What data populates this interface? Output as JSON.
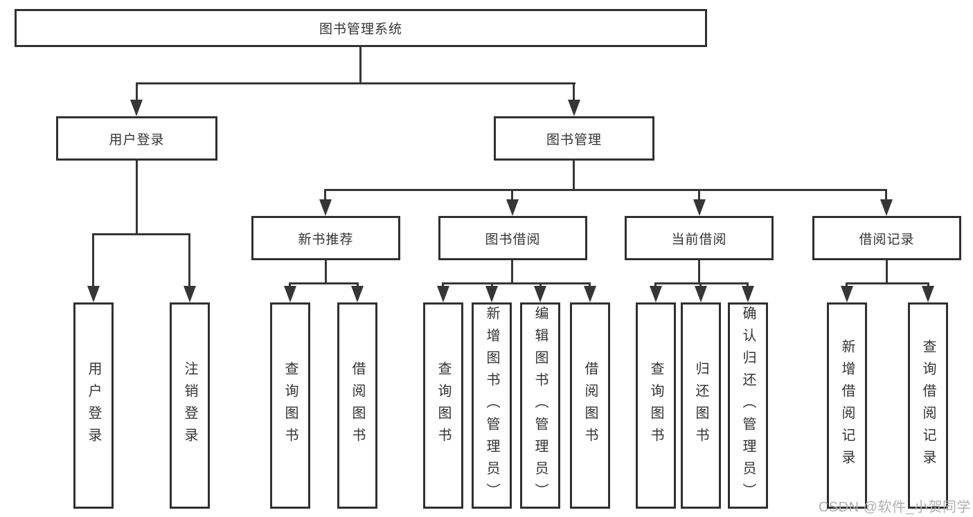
{
  "diagram": {
    "root": {
      "label": "图书管理系统"
    },
    "branches": [
      {
        "label": "用户登录",
        "children": [
          {
            "label": "用户登录"
          },
          {
            "label": "注销登录"
          }
        ]
      },
      {
        "label": "图书管理",
        "children": [
          {
            "label": "新书推荐",
            "children": [
              {
                "label": "查询图书"
              },
              {
                "label": "借阅图书"
              }
            ]
          },
          {
            "label": "图书借阅",
            "children": [
              {
                "label": "查询图书"
              },
              {
                "label": "新增图书（管理员）"
              },
              {
                "label": "编辑图书（管理员）"
              },
              {
                "label": "借阅图书"
              }
            ]
          },
          {
            "label": "当前借阅",
            "children": [
              {
                "label": "查询图书"
              },
              {
                "label": "归还图书"
              },
              {
                "label": "确认归还（管理员）"
              }
            ]
          },
          {
            "label": "借阅记录",
            "children": [
              {
                "label": "新增借阅记录"
              },
              {
                "label": "查询借阅记录"
              }
            ]
          }
        ]
      }
    ]
  },
  "watermark": {
    "text": "CSDN @软件_小贺同学"
  },
  "colors": {
    "line": "#363636",
    "border": "#303030",
    "text": "#333333",
    "background": "#ffffff",
    "watermark": "#b0b0b0"
  }
}
